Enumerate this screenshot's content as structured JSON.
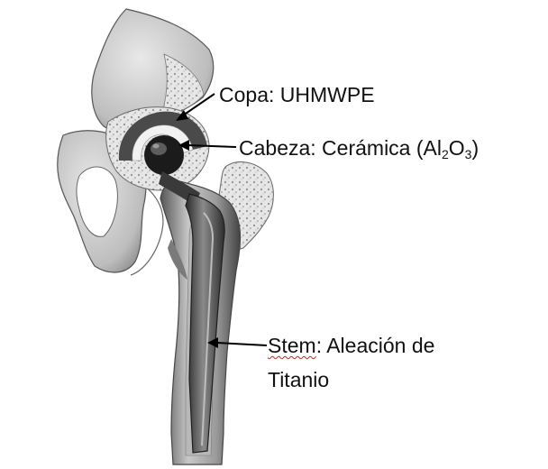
{
  "labels": {
    "copa": "Copa: UHMWPE",
    "cabeza_prefix": "Cabeza: Cerámica (Al",
    "cabeza_sub1": "2",
    "cabeza_mid": "O",
    "cabeza_sub2": "3",
    "cabeza_suffix": ")",
    "stem_word": "Stem",
    "stem_rest": ": Aleación de",
    "stem_line2": "Titanio"
  },
  "colors": {
    "bone_light": "#d6d6d6",
    "bone_dark": "#6e6e6e",
    "cortex": "#8a8a8a",
    "cancellous": "#e4e4e4",
    "cup": "#efefef",
    "head": "#1a1a1a",
    "stem_metal": "#4a4a4a",
    "line": "#000000"
  }
}
